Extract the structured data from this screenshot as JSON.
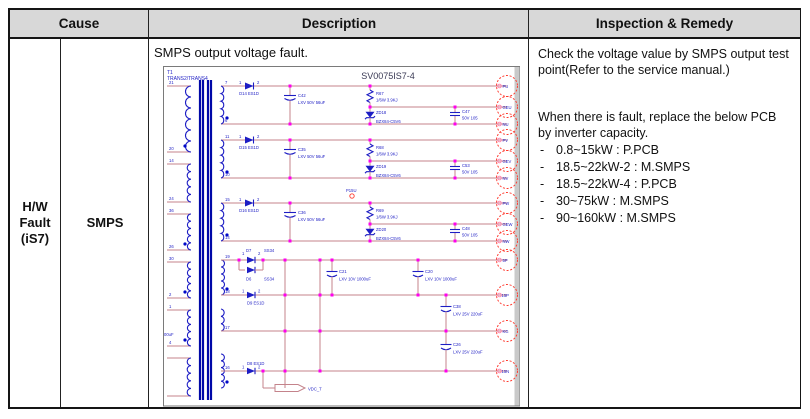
{
  "header": {
    "col_cause": "Cause",
    "col_description": "Description",
    "col_inspection": "Inspection & Remedy"
  },
  "cause": {
    "line1": "H/W",
    "line2": "Fault",
    "line3": "(iS7)",
    "sub": "SMPS"
  },
  "description": {
    "intro": "SMPS output voltage fault."
  },
  "inspection": {
    "para1": "Check the voltage value by SMPS output test point(Refer to the service manual.)",
    "para2": "When there is fault, replace the below PCB by inverter capacity.",
    "bullet_marker": "-",
    "bullets": [
      "0.8~15kW : P.PCB",
      "18.5~22kW-2 : M.SMPS",
      "18.5~22kW-4 : P.PCB",
      "30~75kW : M.SMPS",
      "90~160kW : M.SMPS"
    ]
  },
  "schematic": {
    "title": "SV0075IS7-4",
    "transformer_ref": "T1",
    "transformer_name": "TRANS2/TRANS4",
    "primary_pins": [
      "21",
      "20",
      "14",
      "24",
      "36",
      "26",
      "30",
      "2",
      "1",
      "4"
    ],
    "clipped_label": "00uF",
    "diode_pin1": "1",
    "diode_pin2": "2",
    "p15u_label": "P15U",
    "channels": [
      {
        "diode": "D14 ES1D",
        "cap": "C42",
        "cap_val": "LXV 50V 56uF",
        "res": "R67",
        "res_val": "1/6W 3.9KJ",
        "zener": "ZD18",
        "zener_val": "BZX84-C5V6",
        "cap2": "C47",
        "cap2_val": "50V 105",
        "tp": [
          "PU",
          "GEU",
          "NU"
        ],
        "pins": [
          "7",
          "6"
        ]
      },
      {
        "diode": "D15 ES1D",
        "cap": "C35",
        "cap_val": "LXV 50V 56uF",
        "res": "R68",
        "res_val": "1/6W 3.9KJ",
        "zener": "ZD19",
        "zener_val": "BZX84-C5V6",
        "cap2": "C53",
        "cap2_val": "50V 105",
        "tp": [
          "PV",
          "GEV",
          "NV"
        ],
        "pins": [
          "11",
          "10"
        ]
      },
      {
        "diode": "D16 ES1D",
        "cap": "C36",
        "cap_val": "LXV 50V 56uF",
        "res": "R69",
        "res_val": "1/6W 3.9KJ",
        "zener": "ZD20",
        "zener_val": "BZX84-C5V6",
        "cap2": "C48",
        "cap2_val": "50V 105",
        "tp": [
          "PW",
          "GEW",
          "NW"
        ],
        "pins": [
          "15",
          "14"
        ]
      }
    ],
    "ss_row": {
      "d1": "D7",
      "d1_val": "SS34",
      "d2": "D6",
      "d2_val": "SS34",
      "pin": "19",
      "cap_a": "C21",
      "cap_a_val": "LXV 10V 1000uF",
      "cap_b": "C20",
      "cap_b_val": "LXV 10V 1000uF",
      "tp": "5P"
    },
    "row_15p": {
      "diode": "D9  ES1D",
      "pin": "18",
      "tp": "15P",
      "cap": "C38",
      "cap_val": "LXV 25V 220uF"
    },
    "row_kg": {
      "pin": "17",
      "tp": "KG",
      "cap": "C26",
      "cap_val": "LXV 25V 220uF"
    },
    "row_15n": {
      "diode": "D8  ES1D",
      "pin": "16",
      "tp": "15N",
      "port": "VDC_T"
    }
  }
}
